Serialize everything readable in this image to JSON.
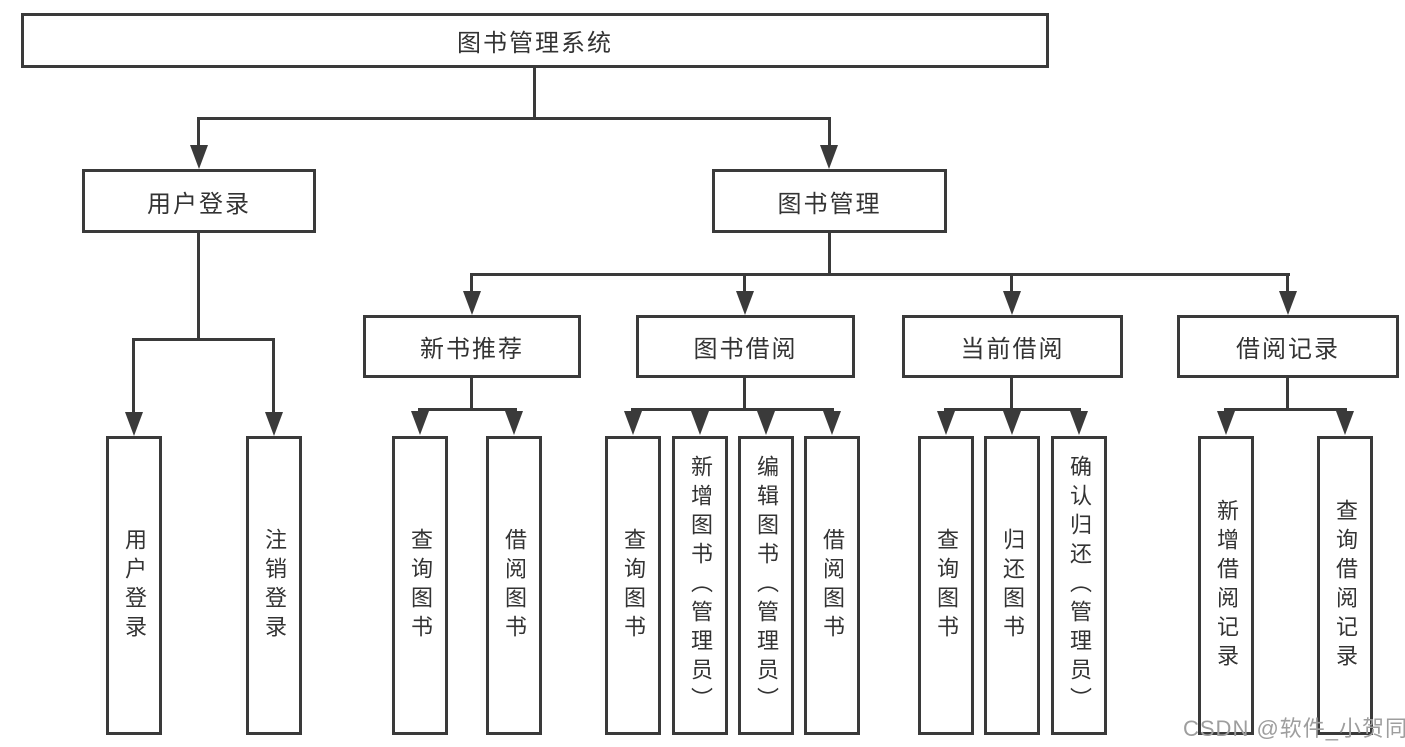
{
  "diagram": {
    "root": {
      "label": "图书管理系统"
    },
    "user_branch": {
      "label": "用户登录",
      "children": [
        {
          "label": "用户登录"
        },
        {
          "label": "注销登录"
        }
      ]
    },
    "book_branch": {
      "label": "图书管理",
      "groups": [
        {
          "label": "新书推荐",
          "children": [
            {
              "label": "查询图书"
            },
            {
              "label": "借阅图书"
            }
          ]
        },
        {
          "label": "图书借阅",
          "children": [
            {
              "label": "查询图书"
            },
            {
              "label": "新增图书（管理员）"
            },
            {
              "label": "编辑图书（管理员）"
            },
            {
              "label": "借阅图书"
            }
          ]
        },
        {
          "label": "当前借阅",
          "children": [
            {
              "label": "查询图书"
            },
            {
              "label": "归还图书"
            },
            {
              "label": "确认归还（管理员）"
            }
          ]
        },
        {
          "label": "借阅记录",
          "children": [
            {
              "label": "新增借阅记录"
            },
            {
              "label": "查询借阅记录"
            }
          ]
        }
      ]
    },
    "watermark": "CSDN @软件_小贺同学"
  },
  "colors": {
    "line": "#3a3a3a",
    "text": "#333333",
    "watermark": "#9e9e9e",
    "background": "#ffffff"
  }
}
